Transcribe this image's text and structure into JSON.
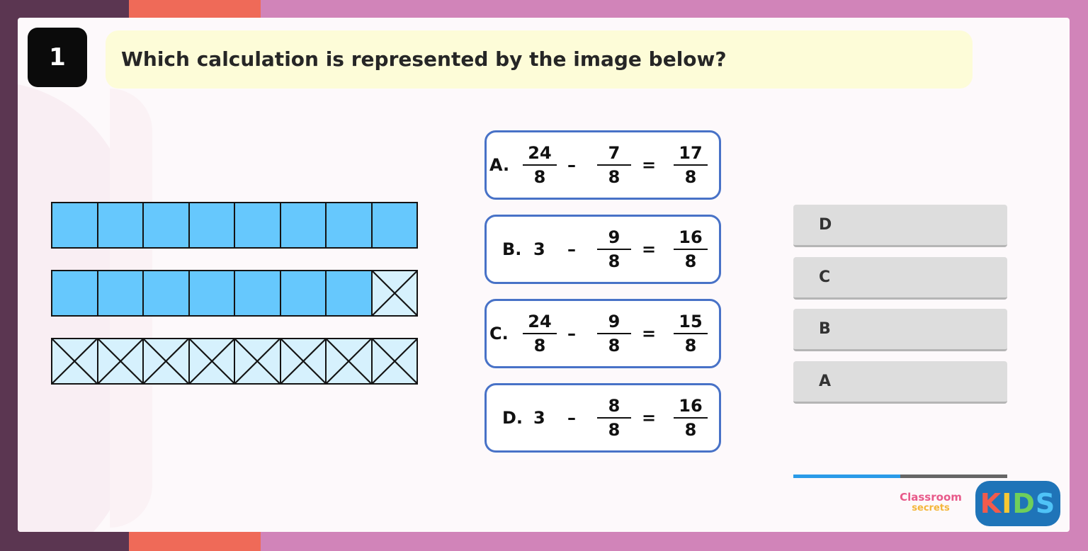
{
  "question": {
    "number": "1",
    "text": "Which calculation is represented by the image below?"
  },
  "bar_model": {
    "bars": [
      {
        "cells": [
          "shaded",
          "shaded",
          "shaded",
          "shaded",
          "shaded",
          "shaded",
          "shaded",
          "shaded"
        ]
      },
      {
        "cells": [
          "shaded",
          "shaded",
          "shaded",
          "shaded",
          "shaded",
          "shaded",
          "shaded",
          "crossed"
        ]
      },
      {
        "cells": [
          "crossed",
          "crossed",
          "crossed",
          "crossed",
          "crossed",
          "crossed",
          "crossed",
          "crossed"
        ]
      }
    ]
  },
  "options": [
    {
      "letter": "A.",
      "left": {
        "type": "fraction",
        "num": "24",
        "den": "8"
      },
      "minus": "–",
      "right": {
        "num": "7",
        "den": "8"
      },
      "equals": "=",
      "result": {
        "num": "17",
        "den": "8"
      }
    },
    {
      "letter": "B.",
      "left": {
        "type": "whole",
        "value": "3"
      },
      "minus": "–",
      "right": {
        "num": "9",
        "den": "8"
      },
      "equals": "=",
      "result": {
        "num": "16",
        "den": "8"
      }
    },
    {
      "letter": "C.",
      "left": {
        "type": "fraction",
        "num": "24",
        "den": "8"
      },
      "minus": "–",
      "right": {
        "num": "9",
        "den": "8"
      },
      "equals": "=",
      "result": {
        "num": "15",
        "den": "8"
      }
    },
    {
      "letter": "D.",
      "left": {
        "type": "whole",
        "value": "3"
      },
      "minus": "–",
      "right": {
        "num": "8",
        "den": "8"
      },
      "equals": "=",
      "result": {
        "num": "16",
        "den": "8"
      }
    }
  ],
  "answers": [
    {
      "label": "D"
    },
    {
      "label": "C"
    },
    {
      "label": "B"
    },
    {
      "label": "A"
    }
  ],
  "progress": {
    "fraction": 0.5
  },
  "logo": {
    "classroom": "Classroom",
    "secrets": "secrets",
    "kids": {
      "k": "K",
      "i": "I",
      "d": "D",
      "s": "S"
    }
  },
  "colors": {
    "shaded": "#66c8fd",
    "crossed": "#d6f1fd",
    "option_border": "#4872c7",
    "question_bar": "#fdfcd8",
    "progress": "#2a9be8"
  }
}
